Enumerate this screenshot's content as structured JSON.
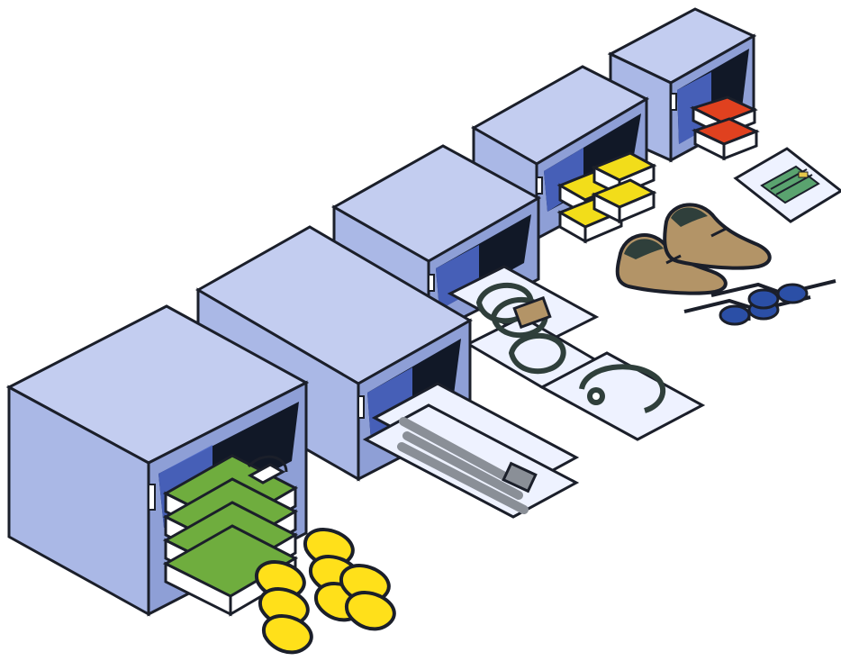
{
  "scene": {
    "kind": "illustration",
    "items": [
      {
        "name": "storage-box-1",
        "contents": "folded-shirts-and-socks"
      },
      {
        "name": "storage-box-2",
        "contents": "bagged-metal-rods"
      },
      {
        "name": "storage-box-3",
        "contents": "bagged-cables-and-stethoscope"
      },
      {
        "name": "storage-box-4",
        "contents": "yellow-books-shoes-glasses"
      },
      {
        "name": "storage-box-5",
        "contents": "red-books-circuit-board"
      }
    ]
  },
  "colors": {
    "box_front": "#aab8e6",
    "box_top": "#c3cdf0",
    "box_side": "#8e9fd6",
    "box_opening": "#4d67c8",
    "outline": "#1b1f2a",
    "shirt_green": "#6fad3e",
    "sock_yellow": "#ffe01a",
    "book_yellow": "#f2dd1a",
    "book_red": "#e0411f",
    "shoe_tan": "#b39467",
    "shoe_dark": "#2f3f3b",
    "glasses_blue": "#2b4fa6",
    "bag_fill": "#eef2ff",
    "pcb_green": "#5aa36f"
  }
}
